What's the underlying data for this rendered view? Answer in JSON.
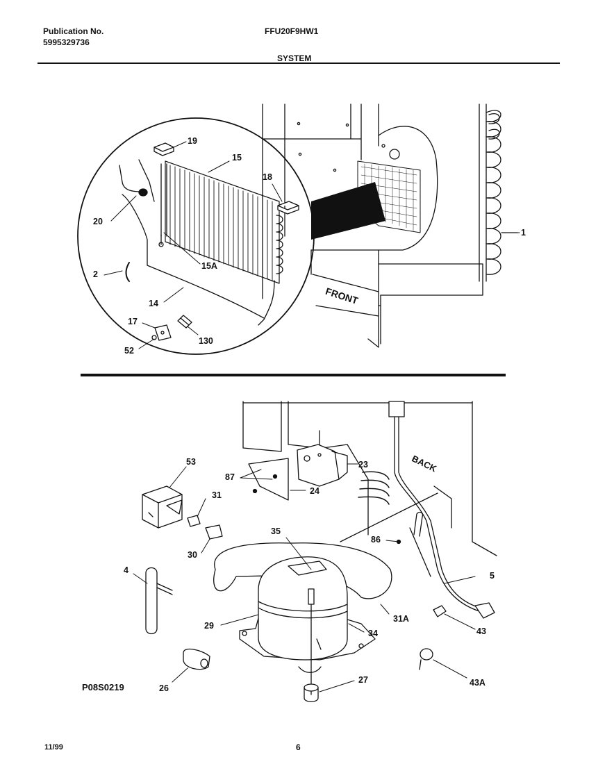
{
  "header": {
    "pub_label": "Publication No.",
    "pub_number": "5995329736",
    "model": "FFU20F9HW1",
    "section": "SYSTEM"
  },
  "diagram_id": "P08S0219",
  "footer": {
    "date": "11/99",
    "page": "6"
  },
  "top_callouts": [
    "19",
    "15",
    "18",
    "20",
    "15A",
    "2",
    "14",
    "17",
    "130",
    "52",
    "1"
  ],
  "bottom_callouts": [
    "53",
    "87",
    "23",
    "24",
    "31",
    "30",
    "35",
    "86",
    "4",
    "5",
    "29",
    "31A",
    "34",
    "43",
    "26",
    "27",
    "43A"
  ],
  "stamped_text": {
    "front": "FRONT",
    "back": "BACK"
  }
}
